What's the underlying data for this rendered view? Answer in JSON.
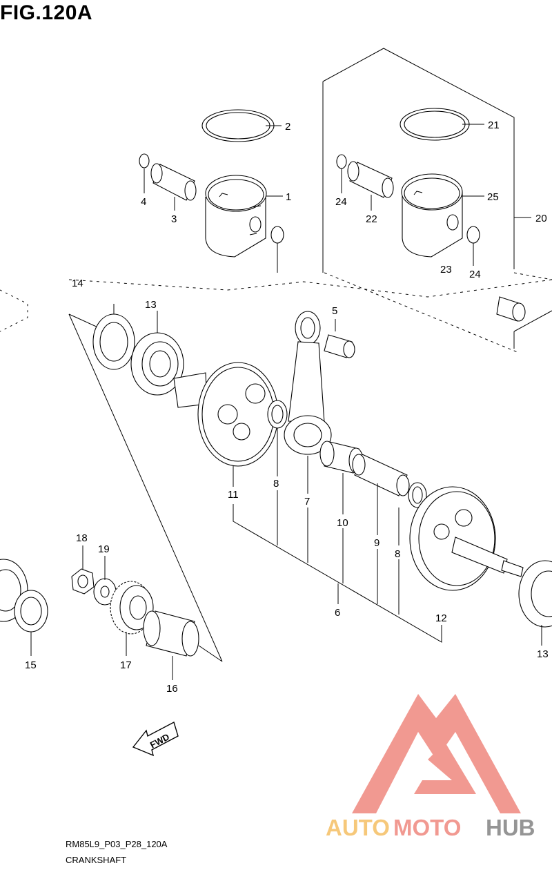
{
  "figure": {
    "title": "FIG.120A",
    "code": "RM85L9_P03_P28_120A",
    "caption": "CRANKSHAFT"
  },
  "callouts": [
    {
      "id": "c1",
      "label": "1"
    },
    {
      "id": "c2",
      "label": "2"
    },
    {
      "id": "c3",
      "label": "3"
    },
    {
      "id": "c4",
      "label": "4"
    },
    {
      "id": "c5",
      "label": "5"
    },
    {
      "id": "c6",
      "label": "6"
    },
    {
      "id": "c7",
      "label": "7"
    },
    {
      "id": "c8a",
      "label": "8"
    },
    {
      "id": "c8b",
      "label": "8"
    },
    {
      "id": "c9",
      "label": "9"
    },
    {
      "id": "c10",
      "label": "10"
    },
    {
      "id": "c11",
      "label": "11"
    },
    {
      "id": "c12",
      "label": "12"
    },
    {
      "id": "c13a",
      "label": "13"
    },
    {
      "id": "c13b",
      "label": "13"
    },
    {
      "id": "c14",
      "label": "14"
    },
    {
      "id": "c15",
      "label": "15"
    },
    {
      "id": "c16",
      "label": "16"
    },
    {
      "id": "c17",
      "label": "17"
    },
    {
      "id": "c18",
      "label": "18"
    },
    {
      "id": "c19",
      "label": "19"
    },
    {
      "id": "c20",
      "label": "20"
    },
    {
      "id": "c21",
      "label": "21"
    },
    {
      "id": "c22",
      "label": "22"
    },
    {
      "id": "c23",
      "label": "23"
    },
    {
      "id": "c24a",
      "label": "24"
    },
    {
      "id": "c24b",
      "label": "24"
    },
    {
      "id": "c25",
      "label": "25"
    }
  ],
  "fwd_arrow": {
    "label": "FWD"
  },
  "watermark": {
    "part1": "AUTO",
    "part2": "MOTO",
    "part3": "HUB",
    "color1": "#f6c36c",
    "color2": "#f08f86",
    "color3": "#8a8a8a",
    "mark_color": "#f08f86"
  }
}
